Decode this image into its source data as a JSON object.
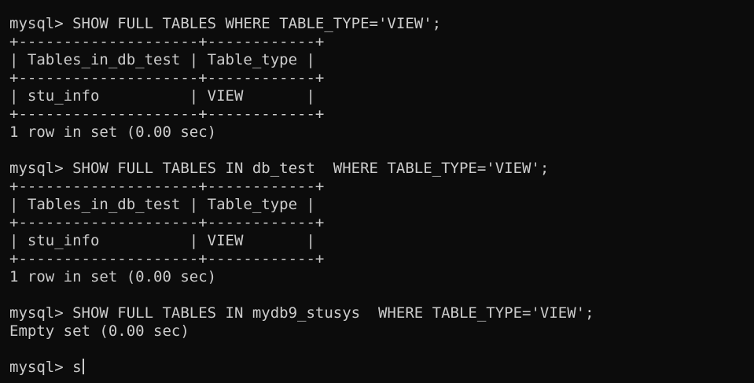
{
  "terminal": {
    "lines": [
      "mysql> SHOW FULL TABLES WHERE TABLE_TYPE='VIEW';",
      "+--------------------+------------+",
      "| Tables_in_db_test | Table_type |",
      "+--------------------+------------+",
      "| stu_info          | VIEW       |",
      "+--------------------+------------+",
      "1 row in set (0.00 sec)",
      "",
      "mysql> SHOW FULL TABLES IN db_test  WHERE TABLE_TYPE='VIEW';",
      "+--------------------+------------+",
      "| Tables_in_db_test | Table_type |",
      "+--------------------+------------+",
      "| stu_info          | VIEW       |",
      "+--------------------+------------+",
      "1 row in set (0.00 sec)",
      "",
      "mysql> SHOW FULL TABLES IN mydb9_stusys  WHERE TABLE_TYPE='VIEW';",
      "Empty set (0.00 sec)",
      ""
    ],
    "prompt": "mysql> ",
    "current_input": "s"
  },
  "colors": {
    "background": "#0c0c0c",
    "foreground": "#cccccc"
  }
}
